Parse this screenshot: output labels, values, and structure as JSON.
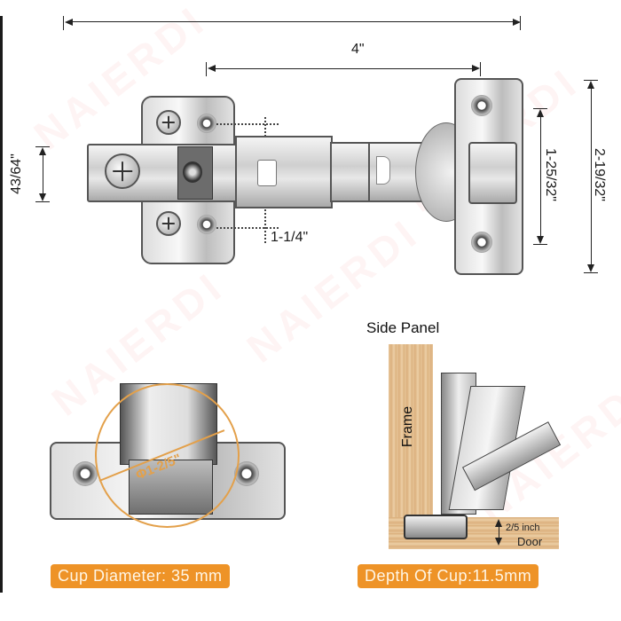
{
  "brand_watermark": "NAIERDI",
  "top_view": {
    "dimensions": {
      "overall_length": "4\"",
      "base_height": "43/64\"",
      "hole_spacing": "1-1/4\"",
      "plate_hole_spacing": "1-25/32\"",
      "plate_height": "2-19/32\""
    }
  },
  "cup_view": {
    "diameter_annotation": "Φ1-2/5\"",
    "badge": "Cup Diameter: 35 mm"
  },
  "side_view": {
    "title": "Side Panel",
    "frame_label": "Frame",
    "door_label": "Door",
    "depth_annotation": "2/5 inch",
    "badge": "Depth Of Cup:11.5mm"
  },
  "colors": {
    "accent_orange": "#ee9327",
    "circle_orange": "#e3a04a",
    "line_dark": "#222222",
    "wood": "#e2bb8a"
  }
}
